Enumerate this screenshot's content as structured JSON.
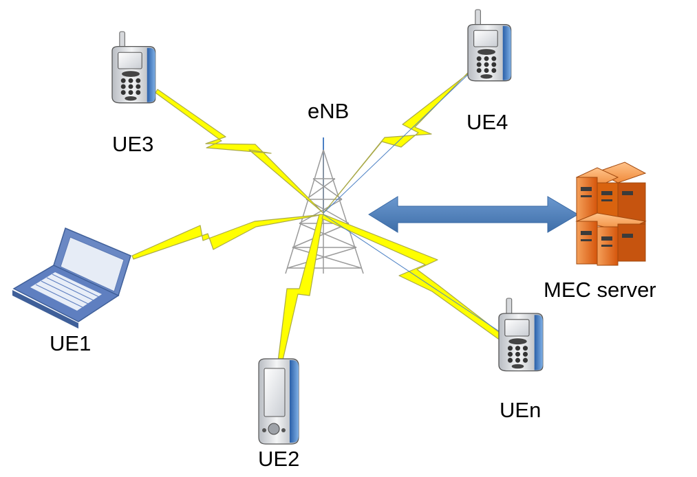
{
  "diagram": {
    "base_station": {
      "label": "eNB",
      "icon": "cell-tower-icon"
    },
    "server": {
      "label": "MEC server",
      "icon": "server-rack-icon"
    },
    "user_equipment": [
      {
        "id": "ue1",
        "label": "UE1",
        "icon": "laptop-icon"
      },
      {
        "id": "ue2",
        "label": "UE2",
        "icon": "pda-icon"
      },
      {
        "id": "ue3",
        "label": "UE3",
        "icon": "mobile-phone-icon"
      },
      {
        "id": "ue4",
        "label": "UE4",
        "icon": "mobile-phone-icon"
      },
      {
        "id": "uen",
        "label": "UEn",
        "icon": "mobile-phone-icon"
      }
    ],
    "connections": [
      {
        "from": "ue1",
        "to": "eNB",
        "type": "wireless"
      },
      {
        "from": "ue2",
        "to": "eNB",
        "type": "wireless"
      },
      {
        "from": "ue3",
        "to": "eNB",
        "type": "wireless"
      },
      {
        "from": "ue4",
        "to": "eNB",
        "type": "wireless"
      },
      {
        "from": "uen",
        "to": "eNB",
        "type": "wireless"
      },
      {
        "from": "eNB",
        "to": "MEC server",
        "type": "bidirectional"
      }
    ],
    "colors": {
      "wireless_link": "#ffff00",
      "wireless_outline": "#b8b84a",
      "arrow": "#4f7fb8",
      "server": "#e86a17",
      "device_accent": "#4a7fc4"
    }
  }
}
